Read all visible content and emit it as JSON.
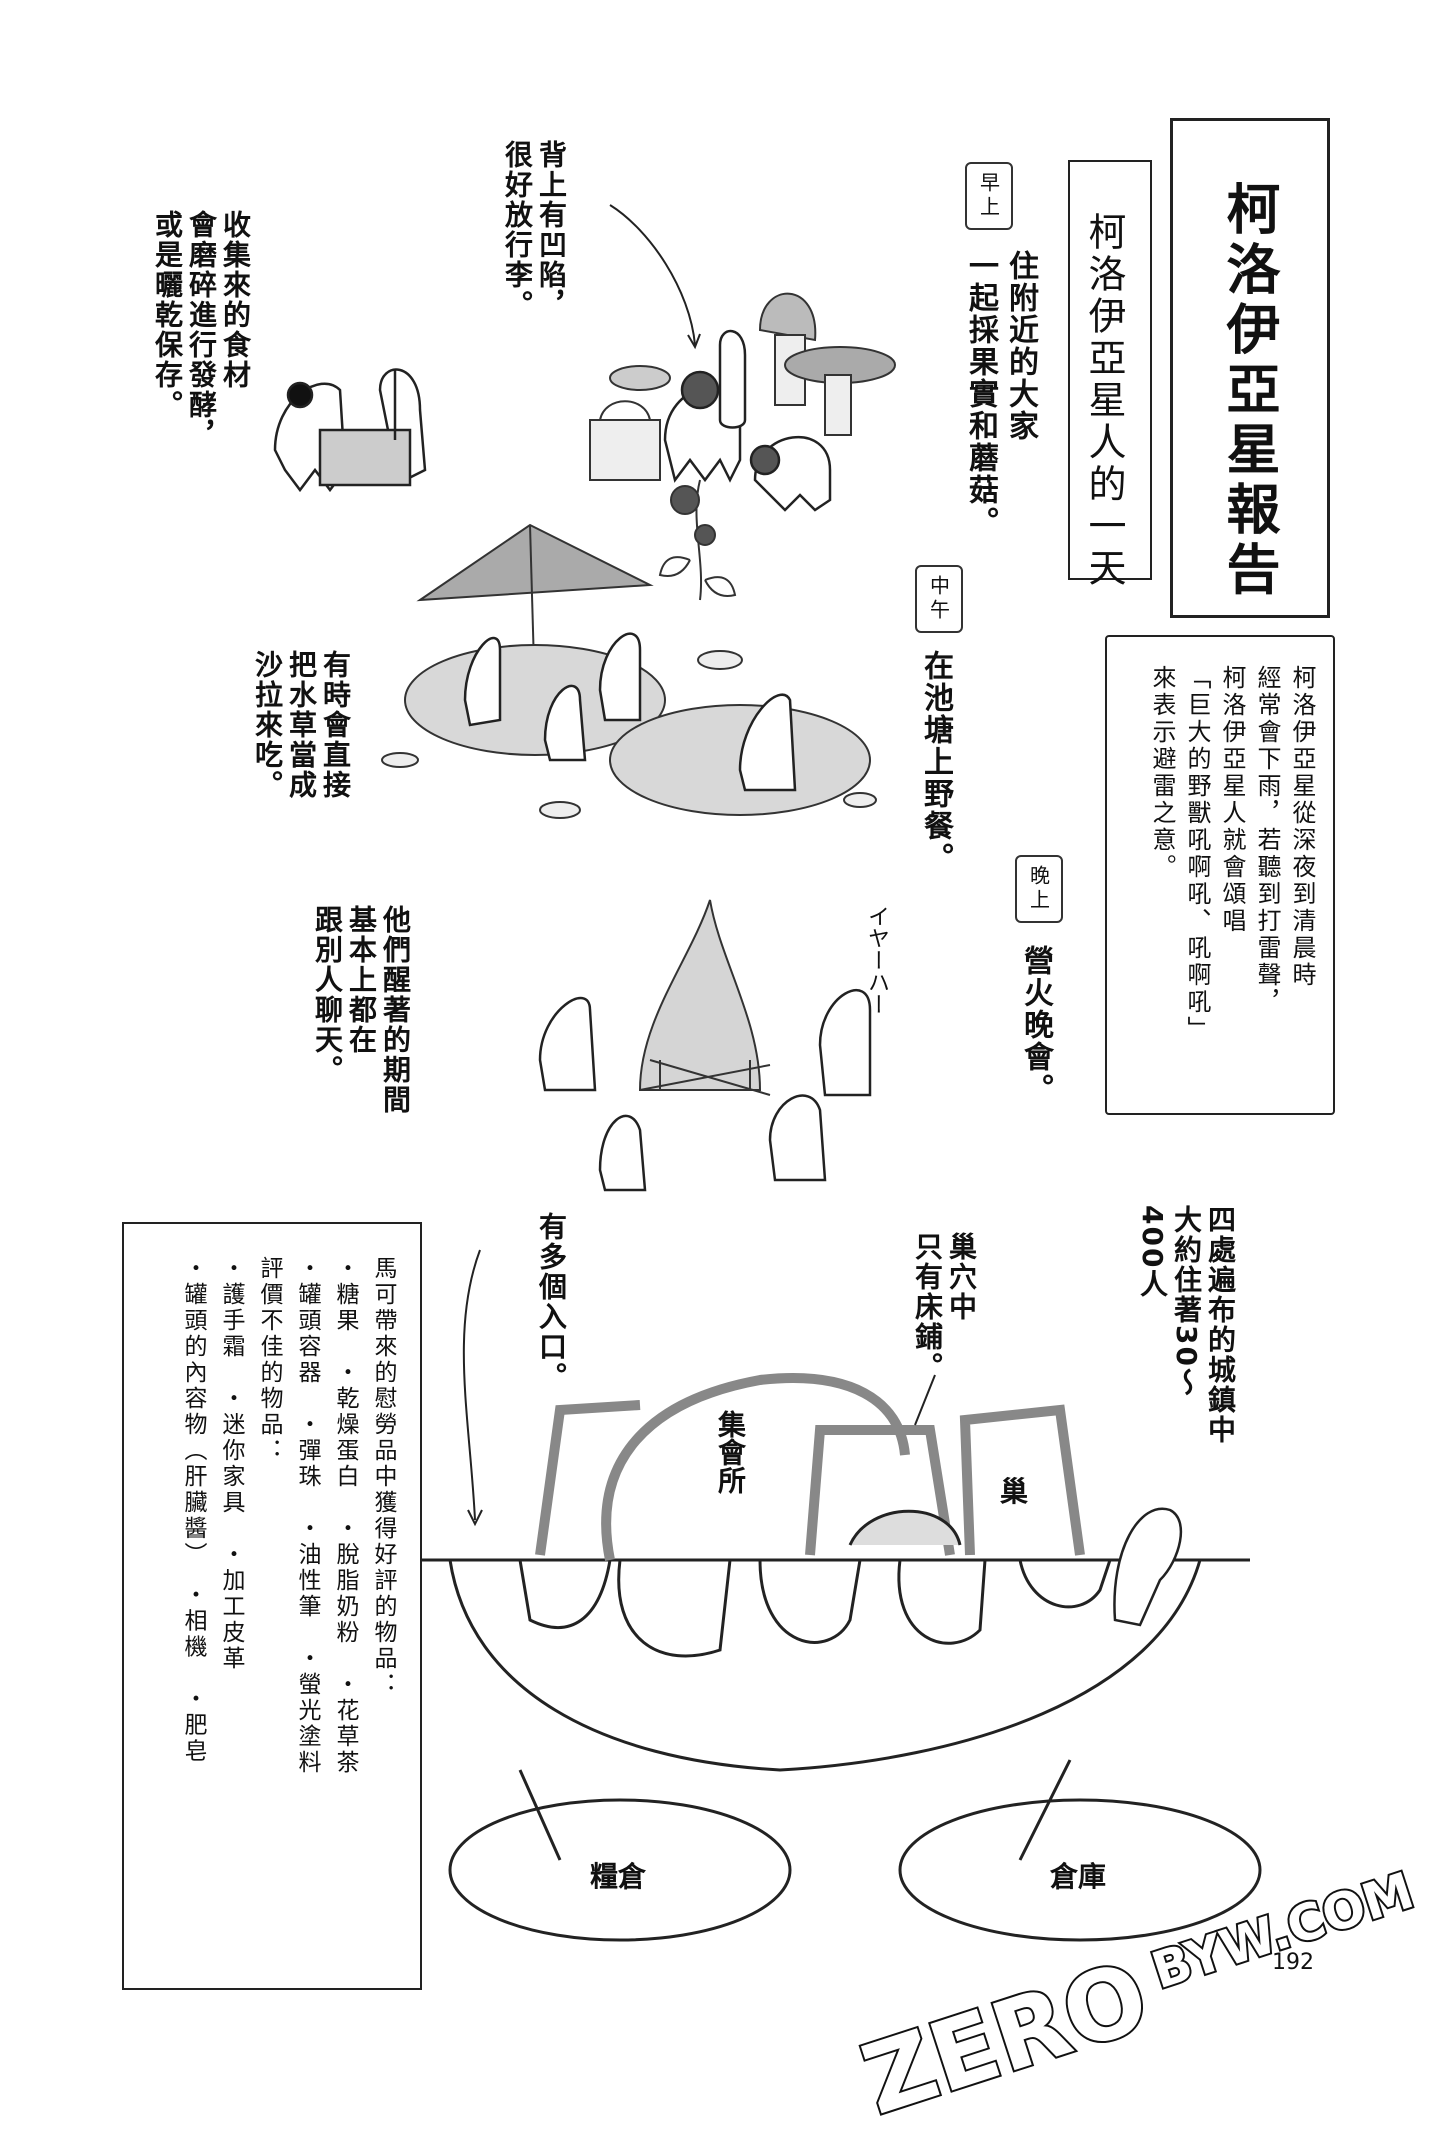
{
  "title": "柯洛伊亞星報告",
  "subtitle": "柯洛伊亞星人的一天",
  "sections": {
    "morning": {
      "tag": "早上",
      "text": "住附近的大家\n一起採果實和蘑菇。"
    },
    "noon": {
      "tag": "中午",
      "text": "在池塘上野餐。"
    },
    "night": {
      "tag": "晚上",
      "text": "營火晚會。"
    }
  },
  "notes": {
    "back": "背上有凹陷，\n很好放行李。",
    "food": "收集來的食材\n會磨碎進行發酵，\n或是曬乾保存。",
    "salad": "有時會直接\n把水草當成\n沙拉來吃。",
    "chat": "他們醒著的期間\n基本上都在\n跟別人聊天。",
    "yahoo": "イヤーハー",
    "thunder": "柯洛伊亞星從深夜到清晨時\n經常會下雨，若聽到打雷聲，\n柯洛伊亞星人就會頌唱\n「巨大的野獸吼啊吼、吼啊吼」\n來表示避雷之意。",
    "towns": "四處遍布的城鎮中\n大約住著30～\n400人",
    "nest_note": "巢穴中\n只有床鋪。",
    "entrance": "有多個入口。"
  },
  "map_labels": {
    "hall": "集會所",
    "nest": "巢",
    "granary": "糧倉",
    "warehouse": "倉庫"
  },
  "gifts": "馬可帶來的慰勞品中獲得好評的物品：\n・糖果　・乾燥蛋白　・脫脂奶粉　・花草茶\n・罐頭容器　・彈珠　・油性筆　・螢光塗料\n評價不佳的物品：\n・護手霜　・迷你家具　・加工皮革\n・罐頭的內容物（肝臟醬）　・相機　・肥皂",
  "page_number": "192",
  "watermark": {
    "main": "ZERO",
    "tail": "BYW.COM"
  }
}
